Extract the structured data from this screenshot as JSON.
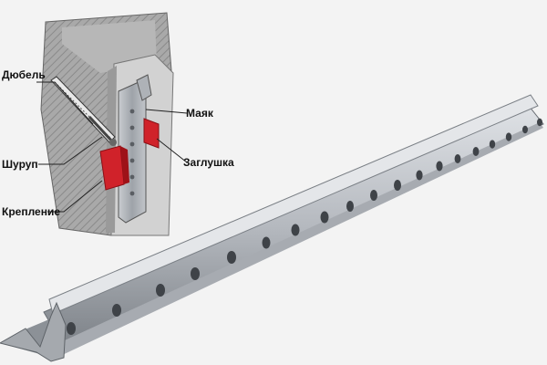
{
  "labels": {
    "dowel": "Дюбель",
    "screw": "Шуруп",
    "mount": "Крепление",
    "beacon": "Маяк",
    "cap": "Заглушка"
  },
  "colors": {
    "background": "#f3f3f3",
    "wall_section": "#a9a9a9",
    "hatch": "#8a8a8a",
    "wall_face": "#d2d2d2",
    "profile_metal": "#b8bcc2",
    "fastener_red": "#d0222a"
  }
}
